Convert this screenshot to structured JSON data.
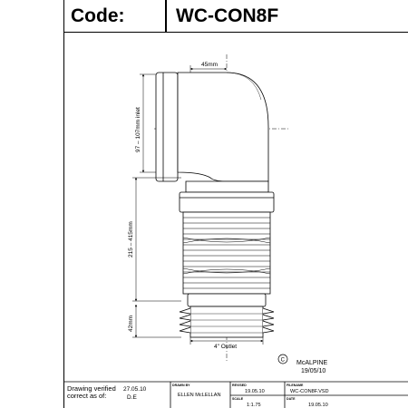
{
  "header": {
    "code_label": "Code:",
    "code_value": "WC-CON8F"
  },
  "dimensions": {
    "offset": "45mm",
    "inlet": "97 – 107mm inlet",
    "length": "215 – 415mm",
    "spigot": "42mm",
    "outlet": "4\" Outlet"
  },
  "copyright": {
    "symbol": "C",
    "company": "McALPINE",
    "date": "19/05/10"
  },
  "title_block": {
    "verified_label": "Drawing verified correct as of:",
    "verified_date": "27.05.10",
    "verified_by": "D.E",
    "drawn_by_label": "DRAWN BY",
    "drawn_by": "ELLEN McLELLAN",
    "revised_label": "REVISED",
    "revised": "19.05.10",
    "filename_label": "FILENAME",
    "filename": "WC-CON8F.VSD",
    "scale_label": "SCALE",
    "scale": "1:1.75",
    "date_label": "DATE",
    "date": "19.05.10"
  }
}
